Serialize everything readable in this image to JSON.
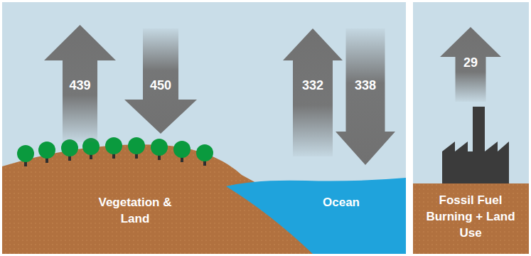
{
  "diagram": {
    "nodes": [
      {
        "text": [
          "439"
        ]
      },
      {
        "text": [
          "450"
        ]
      },
      {
        "text": [
          "332"
        ]
      },
      {
        "text": [
          "338"
        ]
      },
      {
        "text": [
          "29"
        ]
      }
    ],
    "labels": [
      "Vegetation & Land",
      "Ocean",
      "Fossil Fuel Burning + Land Use"
    ]
  }
}
